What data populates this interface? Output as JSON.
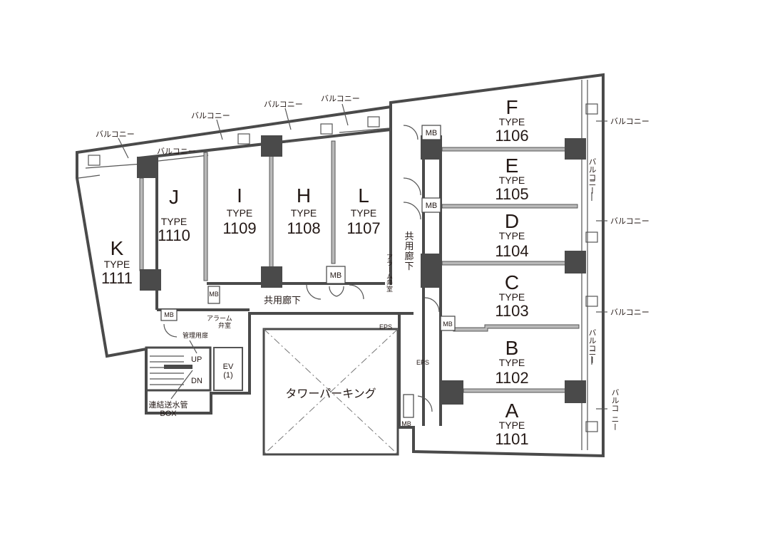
{
  "units": [
    {
      "letter": "F",
      "type": "TYPE",
      "number": "1106"
    },
    {
      "letter": "E",
      "type": "TYPE",
      "number": "1105"
    },
    {
      "letter": "D",
      "type": "TYPE",
      "number": "1104"
    },
    {
      "letter": "C",
      "type": "TYPE",
      "number": "1103"
    },
    {
      "letter": "B",
      "type": "TYPE",
      "number": "1102"
    },
    {
      "letter": "A",
      "type": "TYPE",
      "number": "1101"
    },
    {
      "letter": "L",
      "type": "TYPE",
      "number": "1107"
    },
    {
      "letter": "H",
      "type": "TYPE",
      "number": "1108"
    },
    {
      "letter": "I",
      "type": "TYPE",
      "number": "1109"
    },
    {
      "letter": "J",
      "type": "TYPE",
      "number": "1110"
    },
    {
      "letter": "K",
      "type": "TYPE",
      "number": "1111"
    }
  ],
  "labels": {
    "balcony": "バルコニー",
    "balcony_v1": "バルコ",
    "balcony_v2": "ニー",
    "corridor": "共用廊下",
    "corridor_v1": "共",
    "corridor_v2": "用",
    "corridor_v3": "廊",
    "corridor_v4": "下",
    "alarm_valve_v": "アラーム弁室",
    "alarm": "アラーム",
    "valve_room": "弁室",
    "mb": "MB",
    "eps": "EPS",
    "management_door": "管理用扉",
    "up": "UP",
    "dn": "DN",
    "ev": "EV",
    "ev_num": "(1)",
    "tower_parking": "タワーパーキング",
    "standpipe_line1": "連結送水管",
    "standpipe_line2": "BOX"
  }
}
